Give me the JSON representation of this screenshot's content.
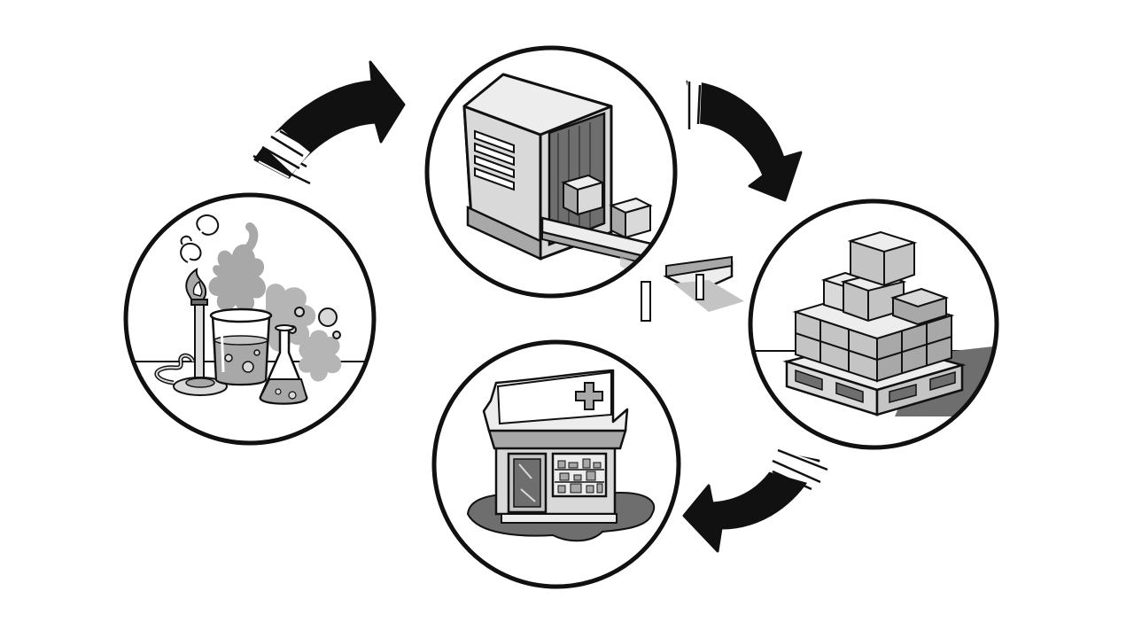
{
  "diagram": {
    "stages": [
      {
        "id": "lab",
        "icon": "laboratory-icon"
      },
      {
        "id": "factory",
        "icon": "factory-conveyor-icon"
      },
      {
        "id": "warehouse",
        "icon": "pallet-boxes-icon"
      },
      {
        "id": "pharmacy",
        "icon": "pharmacy-store-icon"
      }
    ],
    "flow": [
      {
        "from": "lab",
        "to": "factory"
      },
      {
        "from": "factory",
        "to": "warehouse"
      },
      {
        "from": "warehouse",
        "to": "pharmacy"
      }
    ]
  },
  "colors": {
    "background": "#ffffff",
    "ink": "#111111",
    "light_gray": "#d9d9d9",
    "mid_gray": "#a8a8a8",
    "dark_gray": "#6e6e6e",
    "shadow": "#c4c4c4"
  }
}
